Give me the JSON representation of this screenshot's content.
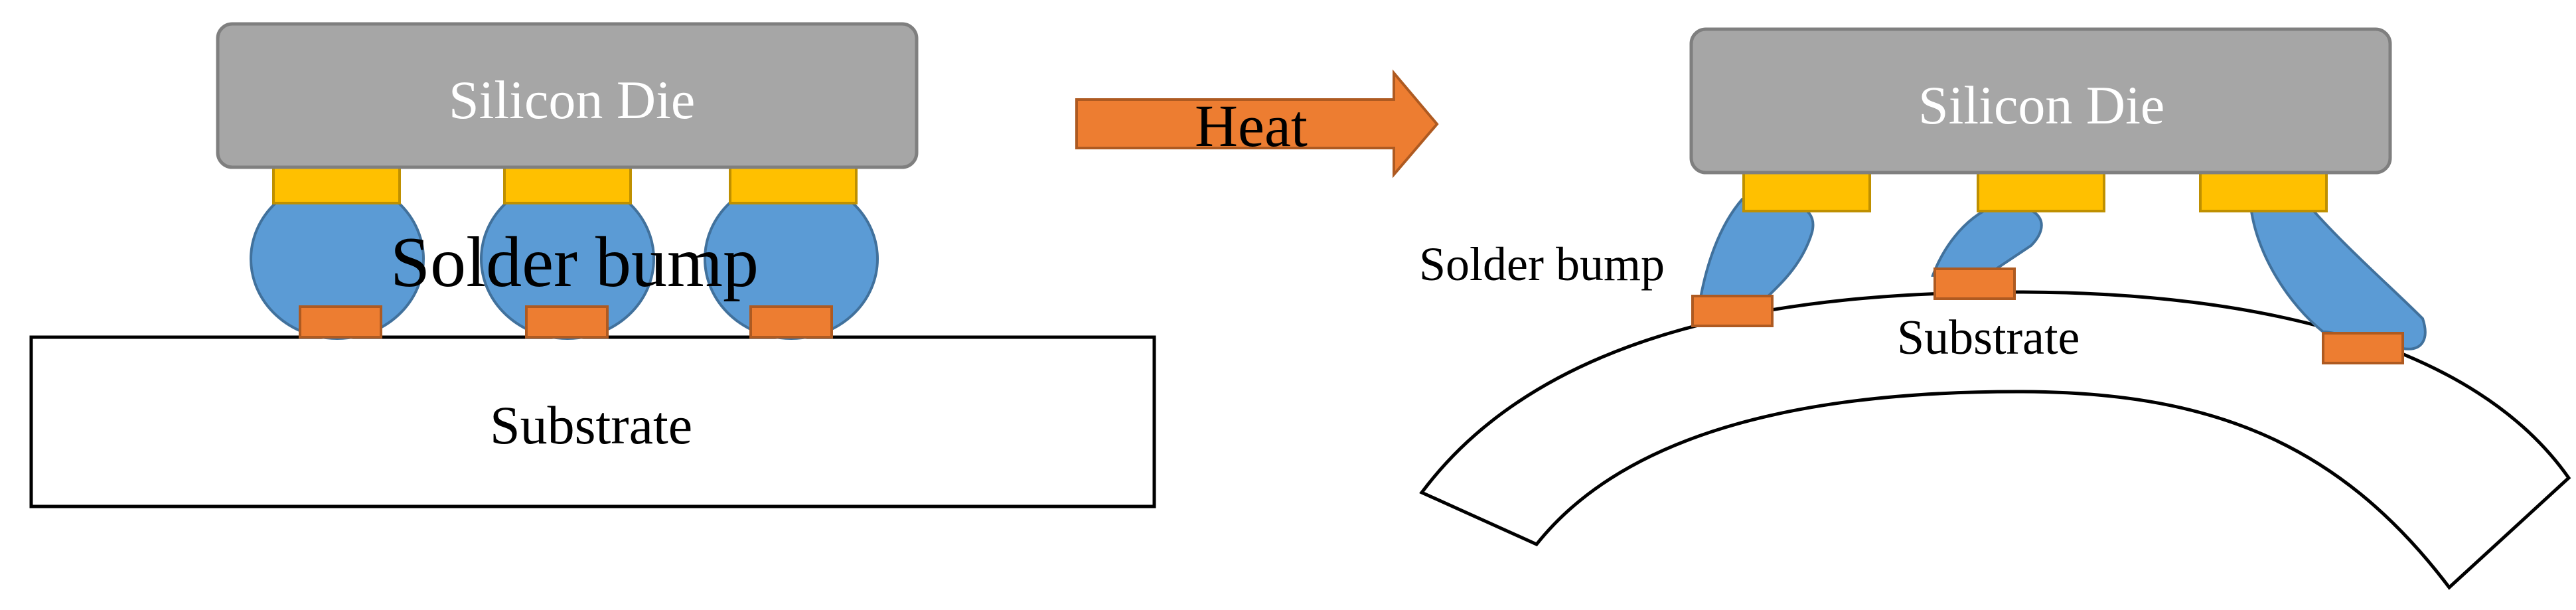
{
  "before": {
    "die_label": "Silicon Die",
    "solder_label": "Solder bump",
    "substrate_label": "Substrate"
  },
  "arrow": {
    "label": "Heat"
  },
  "after": {
    "die_label": "Silicon Die",
    "solder_label": "Solder bump",
    "substrate_label": "Substrate"
  },
  "colors": {
    "die": "#a6a6a6",
    "die_border": "#7f7f7f",
    "pad_top": "#ffc000",
    "pad_bottom": "#ed7d31",
    "solder": "#5b9bd5",
    "arrow": "#ed7d31",
    "substrate": "#ffffff"
  }
}
